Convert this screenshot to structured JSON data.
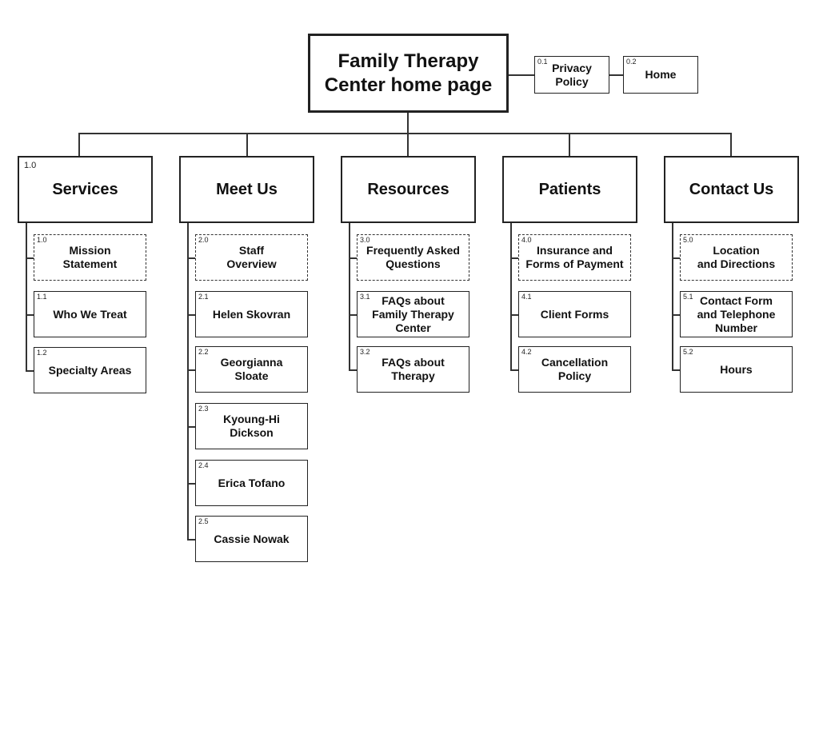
{
  "root": {
    "number": "",
    "label": "Family Therapy\nCenter home page"
  },
  "utility": [
    {
      "id": "privacy",
      "number": "0.1",
      "label": "Privacy\nPolicy"
    },
    {
      "id": "home",
      "number": "0.2",
      "label": "Home"
    }
  ],
  "sections": [
    {
      "id": "services",
      "number": "1.0",
      "label": "Services",
      "pages": [
        {
          "id": "mission",
          "number": "1.0",
          "label": "Mission\nStatement",
          "dashed": true
        },
        {
          "id": "who-we-treat",
          "number": "1.1",
          "label": "Who We Treat"
        },
        {
          "id": "specialty-areas",
          "number": "1.2",
          "label": "Specialty Areas"
        }
      ]
    },
    {
      "id": "meet-us",
      "number": "",
      "label": "Meet Us",
      "pages": [
        {
          "id": "staff-overview",
          "number": "2.0",
          "label": "Staff\nOverview",
          "dashed": true
        },
        {
          "id": "helen",
          "number": "2.1",
          "label": "Helen Skovran"
        },
        {
          "id": "georgianna",
          "number": "2.2",
          "label": "Georgianna\nSloate"
        },
        {
          "id": "kyoung-hi",
          "number": "2.3",
          "label": "Kyoung-Hi\nDickson"
        },
        {
          "id": "erica",
          "number": "2.4",
          "label": "Erica Tofano"
        },
        {
          "id": "cassie",
          "number": "2.5",
          "label": "Cassie Nowak"
        }
      ]
    },
    {
      "id": "resources",
      "number": "",
      "label": "Resources",
      "pages": [
        {
          "id": "faq",
          "number": "3.0",
          "label": "Frequently Asked\nQuestions",
          "dashed": true
        },
        {
          "id": "faq-center",
          "number": "3.1",
          "label": "FAQs about\nFamily Therapy\nCenter"
        },
        {
          "id": "faq-therapy",
          "number": "3.2",
          "label": "FAQs about\nTherapy"
        }
      ]
    },
    {
      "id": "patients",
      "number": "",
      "label": "Patients",
      "pages": [
        {
          "id": "insurance",
          "number": "4.0",
          "label": "Insurance and\nForms of Payment",
          "dashed": true
        },
        {
          "id": "client-forms",
          "number": "4.1",
          "label": "Client Forms"
        },
        {
          "id": "cancellation",
          "number": "4.2",
          "label": "Cancellation\nPolicy"
        }
      ]
    },
    {
      "id": "contact-us",
      "number": "",
      "label": "Contact Us",
      "pages": [
        {
          "id": "location",
          "number": "5.0",
          "label": "Location\nand Directions",
          "dashed": true
        },
        {
          "id": "contact-form",
          "number": "5.1",
          "label": "Contact Form\nand Telephone\nNumber"
        },
        {
          "id": "hours",
          "number": "5.2",
          "label": "Hours"
        }
      ]
    }
  ]
}
